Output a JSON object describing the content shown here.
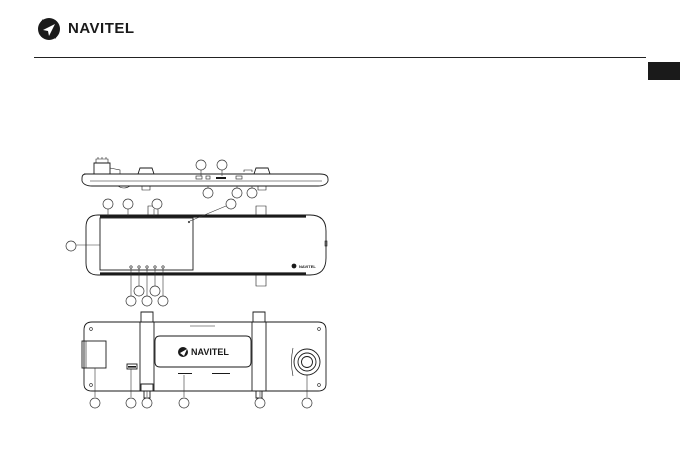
{
  "header": {
    "brand_name": "NAVITEL",
    "logo_icon": "navitel-circle-logo"
  },
  "diagram": {
    "views": [
      {
        "name": "top-view"
      },
      {
        "name": "front-view"
      },
      {
        "name": "rear-view"
      }
    ],
    "device_brand_front": "NAVITEL",
    "device_brand_rear": "NAVITEL"
  },
  "colors": {
    "ink": "#1a1a1a",
    "background": "#ffffff",
    "lang_tab": "#1a1a1a"
  }
}
